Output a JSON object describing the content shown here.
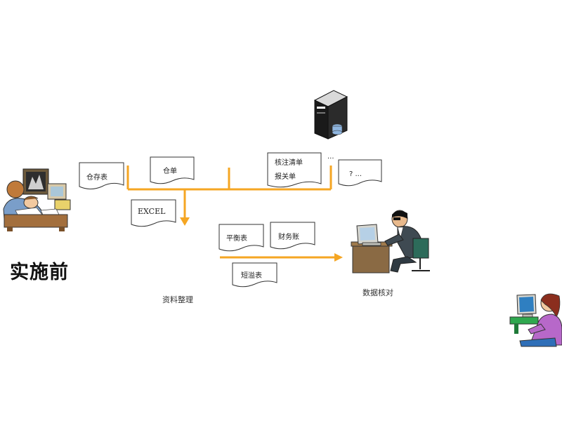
{
  "title": "实施前",
  "colors": {
    "flow_line": "#f5a623",
    "doc_fill": "#ffffff",
    "doc_stroke": "#333333"
  },
  "documents": {
    "inventory": "仓存表",
    "warehouse": "仓单",
    "verify_list": "核注清单",
    "declaration": "报关单",
    "other": "? ...",
    "excel": "EXCEL",
    "balance": "平衡表",
    "finance": "财务账",
    "shortfall": "短溢表"
  },
  "ellipsis_mark": "...",
  "captions": {
    "data_compile": "资料整理",
    "data_check": "数据核对"
  },
  "icons": [
    "worker-at-desk-icon",
    "server-icon",
    "manager-at-computer-icon",
    "operator-at-computer-icon"
  ]
}
